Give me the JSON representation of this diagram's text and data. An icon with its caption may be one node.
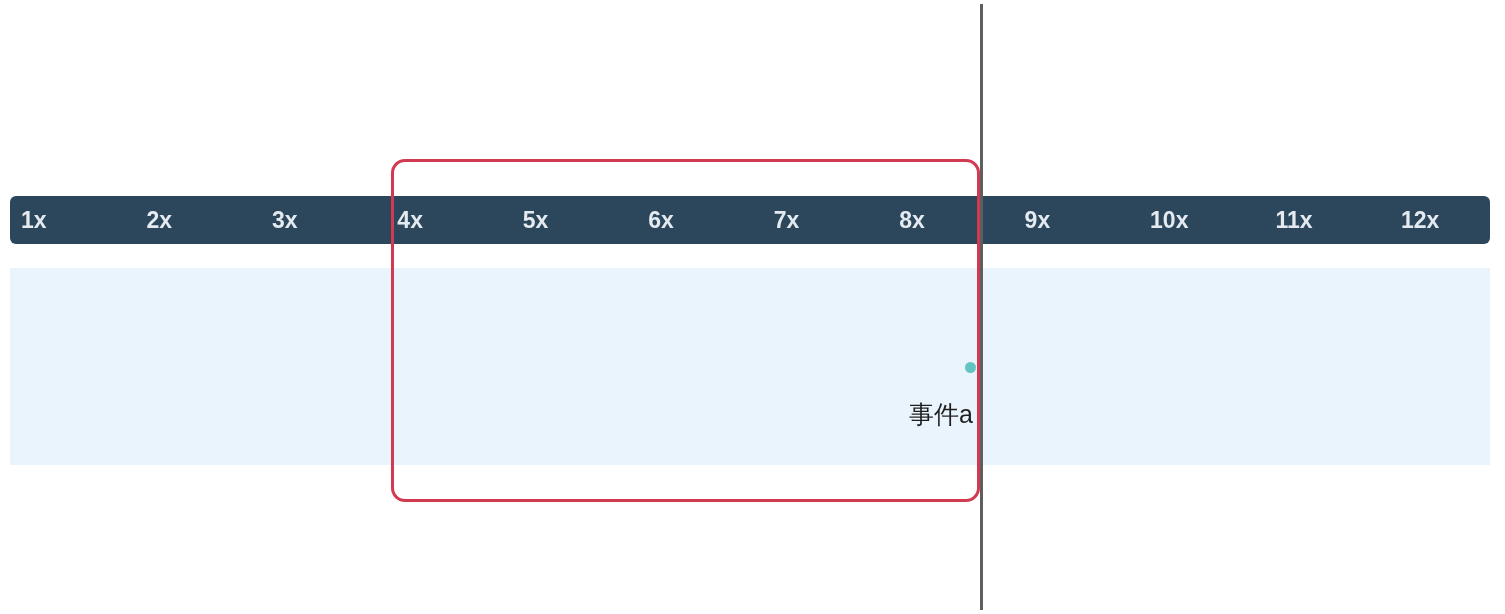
{
  "diagram": {
    "nodes": [
      {
        "text": [
          "1x",
          "2x",
          "3x",
          "4x",
          "5x",
          "6x",
          "7x",
          "8x",
          "9x",
          "10x",
          "11x",
          "12x"
        ]
      },
      {
        "text": [],
        "shape": "box"
      },
      {
        "text": [],
        "shape": "box"
      },
      {
        "text": [],
        "shape": "circle"
      }
    ],
    "labels": [
      "事件a"
    ]
  }
}
